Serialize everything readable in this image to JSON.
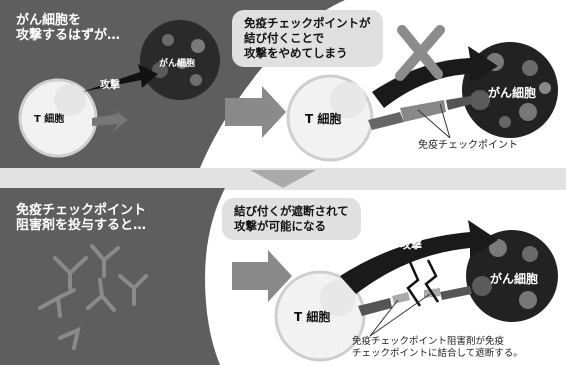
{
  "top_panel": {
    "caption": "がん細胞を\n攻撃するはずが…",
    "attack_label": "攻撃",
    "t_cell_small": "T 細胞",
    "cancer_small": "がん細胞",
    "bubble": "免疫チェックポイントが\n結び付くことで\n攻撃をやめてしまう",
    "t_cell_large": "T 細胞",
    "cancer_large": "がん細胞",
    "checkpoint_label": "免疫チェックポイント"
  },
  "bottom_panel": {
    "caption": "免疫チェックポイント\n阻害剤を投与すると…",
    "bubble": "結び付くが遮断されて\n攻撃が可能になる",
    "attack_label": "攻撃",
    "t_cell": "T 細胞",
    "cancer": "がん細胞",
    "inhibitor_label": "免疫チェックポイント阻害剤が免疫\nチェックポイントに結合して遮断する。"
  },
  "colors": {
    "dark_gray": "#5a5a5a",
    "mid_gray": "#9a9a9a",
    "light_gray": "#e0e0e0",
    "arrow_black": "#1a1a1a"
  }
}
